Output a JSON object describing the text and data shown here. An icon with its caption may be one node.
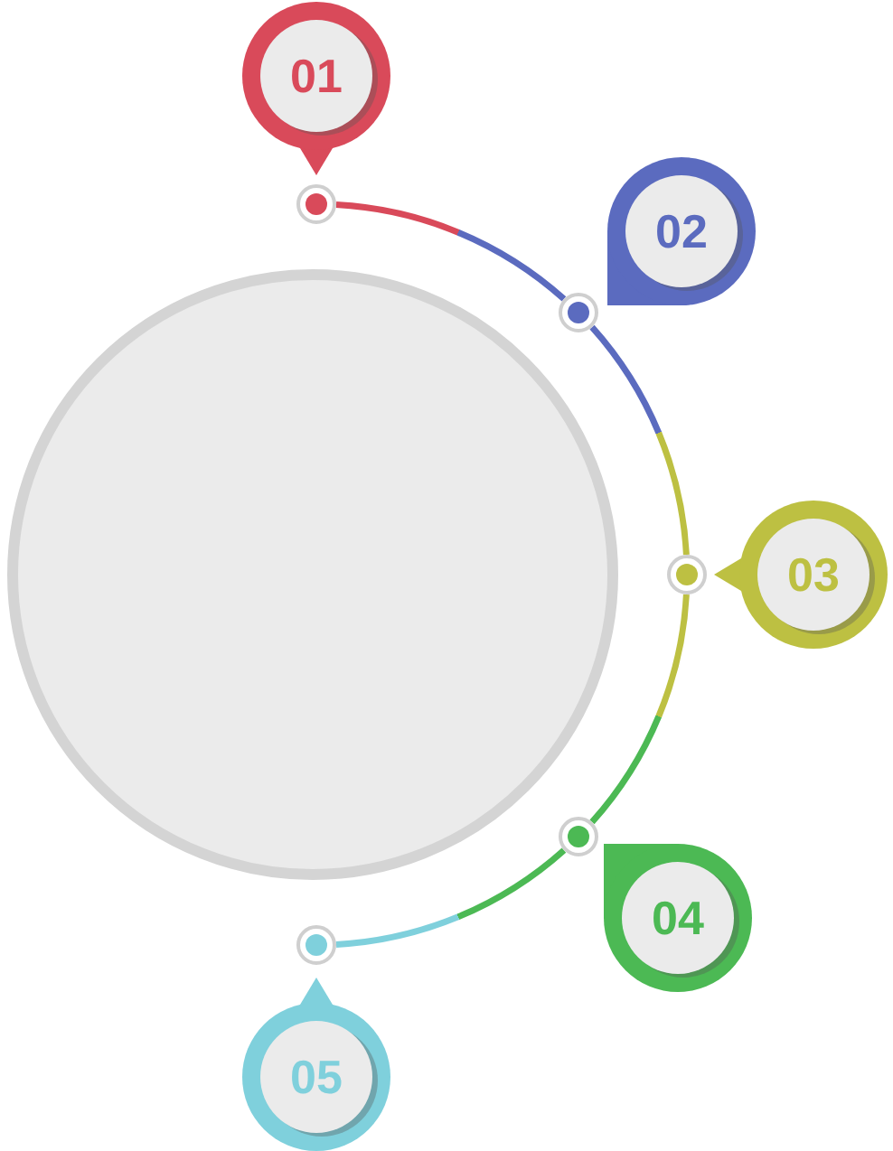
{
  "diagram": {
    "nodes": [
      {
        "text": [],
        "shape": "circle"
      },
      {
        "text": [
          "01"
        ]
      },
      {
        "text": [
          "02"
        ]
      },
      {
        "text": [
          "03"
        ]
      },
      {
        "text": [
          "04"
        ]
      },
      {
        "text": [
          "05"
        ]
      },
      {
        "text": [],
        "shape": "circle"
      },
      {
        "text": [],
        "shape": "circle"
      },
      {
        "text": [],
        "shape": "circle"
      },
      {
        "text": [],
        "shape": "circle"
      },
      {
        "text": [],
        "shape": "circle"
      }
    ],
    "edges": [
      {
        "from": 6,
        "to": 7,
        "arrow": "none"
      },
      {
        "from": 7,
        "to": 8,
        "arrow": "none"
      },
      {
        "from": 8,
        "to": 9,
        "arrow": "none"
      },
      {
        "from": 9,
        "to": 10,
        "arrow": "none"
      }
    ]
  }
}
